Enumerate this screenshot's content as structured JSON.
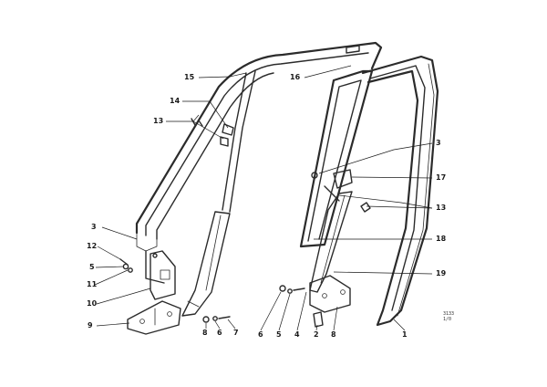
{
  "diagram": {
    "labels": {
      "l15": "15",
      "l16": "16",
      "l14": "14",
      "l13a": "13",
      "l3a": "3",
      "l17": "17",
      "l13b": "13",
      "l3b": "3",
      "l18": "18",
      "l12": "12",
      "l5": "5",
      "l11": "11",
      "l19": "19",
      "l10": "10",
      "l9": "9",
      "l8": "8",
      "l6": "6",
      "l7": "7",
      "l6b": "6",
      "l5b": "5",
      "l4": "4",
      "l2": "2",
      "l8b": "8",
      "l1": "1"
    },
    "code_line1": "3133",
    "code_line2": "1/0"
  }
}
